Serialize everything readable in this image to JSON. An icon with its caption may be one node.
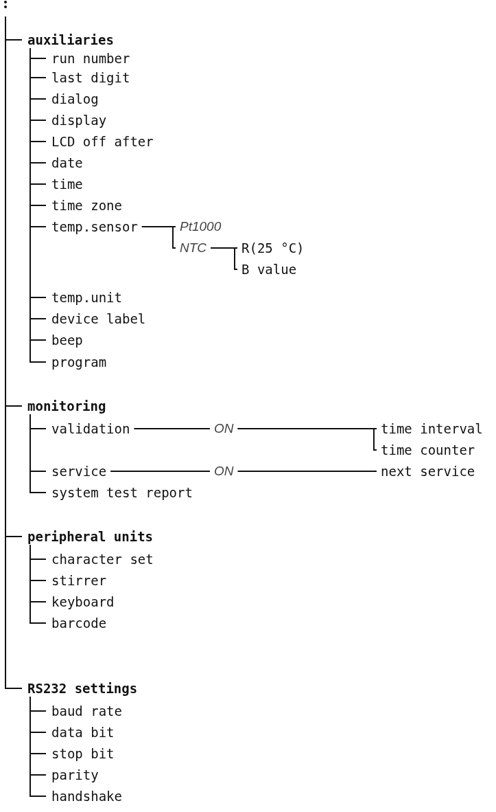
{
  "diagram": {
    "nodes": [
      {
        "text": [
          "auxiliaries"
        ]
      },
      {
        "text": [
          "run number"
        ]
      },
      {
        "text": [
          "last digit"
        ]
      },
      {
        "text": [
          "dialog"
        ]
      },
      {
        "text": [
          "display"
        ]
      },
      {
        "text": [
          "LCD off after"
        ]
      },
      {
        "text": [
          "date"
        ]
      },
      {
        "text": [
          "time"
        ]
      },
      {
        "text": [
          "time zone"
        ]
      },
      {
        "text": [
          "temp.sensor"
        ]
      },
      {
        "text": [
          "Pt1000"
        ]
      },
      {
        "text": [
          "NTC"
        ]
      },
      {
        "text": [
          "R(25 °C)"
        ]
      },
      {
        "text": [
          "B value"
        ]
      },
      {
        "text": [
          "temp.unit"
        ]
      },
      {
        "text": [
          "device label"
        ]
      },
      {
        "text": [
          "beep"
        ]
      },
      {
        "text": [
          "program"
        ]
      },
      {
        "text": [
          "monitoring"
        ]
      },
      {
        "text": [
          "validation"
        ]
      },
      {
        "text": [
          "ON"
        ]
      },
      {
        "text": [
          "time interval"
        ]
      },
      {
        "text": [
          "time counter"
        ]
      },
      {
        "text": [
          "service"
        ]
      },
      {
        "text": [
          "ON"
        ]
      },
      {
        "text": [
          "next service"
        ]
      },
      {
        "text": [
          "system test report"
        ]
      },
      {
        "text": [
          "peripheral units"
        ]
      },
      {
        "text": [
          "character set"
        ]
      },
      {
        "text": [
          "stirrer"
        ]
      },
      {
        "text": [
          "keyboard"
        ]
      },
      {
        "text": [
          "barcode"
        ]
      },
      {
        "text": [
          "RS232 settings"
        ]
      },
      {
        "text": [
          "baud rate"
        ]
      },
      {
        "text": [
          "data bit"
        ]
      },
      {
        "text": [
          "stop bit"
        ]
      },
      {
        "text": [
          "parity"
        ]
      },
      {
        "text": [
          "handshake"
        ]
      }
    ],
    "edges": [
      {
        "from": null,
        "to": 0,
        "arrow": "none"
      },
      {
        "from": 0,
        "to": 1,
        "arrow": "none"
      },
      {
        "from": 0,
        "to": 2,
        "arrow": "none"
      },
      {
        "from": 0,
        "to": 3,
        "arrow": "none"
      },
      {
        "from": 0,
        "to": 4,
        "arrow": "none"
      },
      {
        "from": 0,
        "to": 5,
        "arrow": "none"
      },
      {
        "from": 0,
        "to": 6,
        "arrow": "none"
      },
      {
        "from": 0,
        "to": 7,
        "arrow": "none"
      },
      {
        "from": 0,
        "to": 8,
        "arrow": "none"
      },
      {
        "from": 0,
        "to": 9,
        "arrow": "none"
      },
      {
        "from": 9,
        "to": 10,
        "arrow": "none"
      },
      {
        "from": 9,
        "to": 11,
        "arrow": "none"
      },
      {
        "from": 11,
        "to": 12,
        "arrow": "none"
      },
      {
        "from": 11,
        "to": 13,
        "arrow": "none"
      },
      {
        "from": 0,
        "to": 14,
        "arrow": "none"
      },
      {
        "from": 0,
        "to": 15,
        "arrow": "none"
      },
      {
        "from": 0,
        "to": 16,
        "arrow": "none"
      },
      {
        "from": 0,
        "to": 17,
        "arrow": "none"
      },
      {
        "from": null,
        "to": 18,
        "arrow": "none"
      },
      {
        "from": 18,
        "to": 19,
        "arrow": "none"
      },
      {
        "from": 19,
        "to": 20,
        "arrow": "none"
      },
      {
        "from": 20,
        "to": 21,
        "arrow": "none"
      },
      {
        "from": 20,
        "to": 22,
        "arrow": "none"
      },
      {
        "from": 18,
        "to": 23,
        "arrow": "none"
      },
      {
        "from": 23,
        "to": 24,
        "arrow": "none"
      },
      {
        "from": 24,
        "to": 25,
        "arrow": "none"
      },
      {
        "from": 18,
        "to": 26,
        "arrow": "none"
      },
      {
        "from": null,
        "to": 27,
        "arrow": "none"
      },
      {
        "from": 27,
        "to": 28,
        "arrow": "none"
      },
      {
        "from": 27,
        "to": 29,
        "arrow": "none"
      },
      {
        "from": 27,
        "to": 30,
        "arrow": "none"
      },
      {
        "from": 27,
        "to": 31,
        "arrow": "none"
      },
      {
        "from": null,
        "to": 32,
        "arrow": "none"
      },
      {
        "from": 32,
        "to": 33,
        "arrow": "none"
      },
      {
        "from": 32,
        "to": 34,
        "arrow": "none"
      },
      {
        "from": 32,
        "to": 35,
        "arrow": "none"
      },
      {
        "from": 32,
        "to": 36,
        "arrow": "none"
      },
      {
        "from": 32,
        "to": 37,
        "arrow": "none"
      }
    ]
  }
}
